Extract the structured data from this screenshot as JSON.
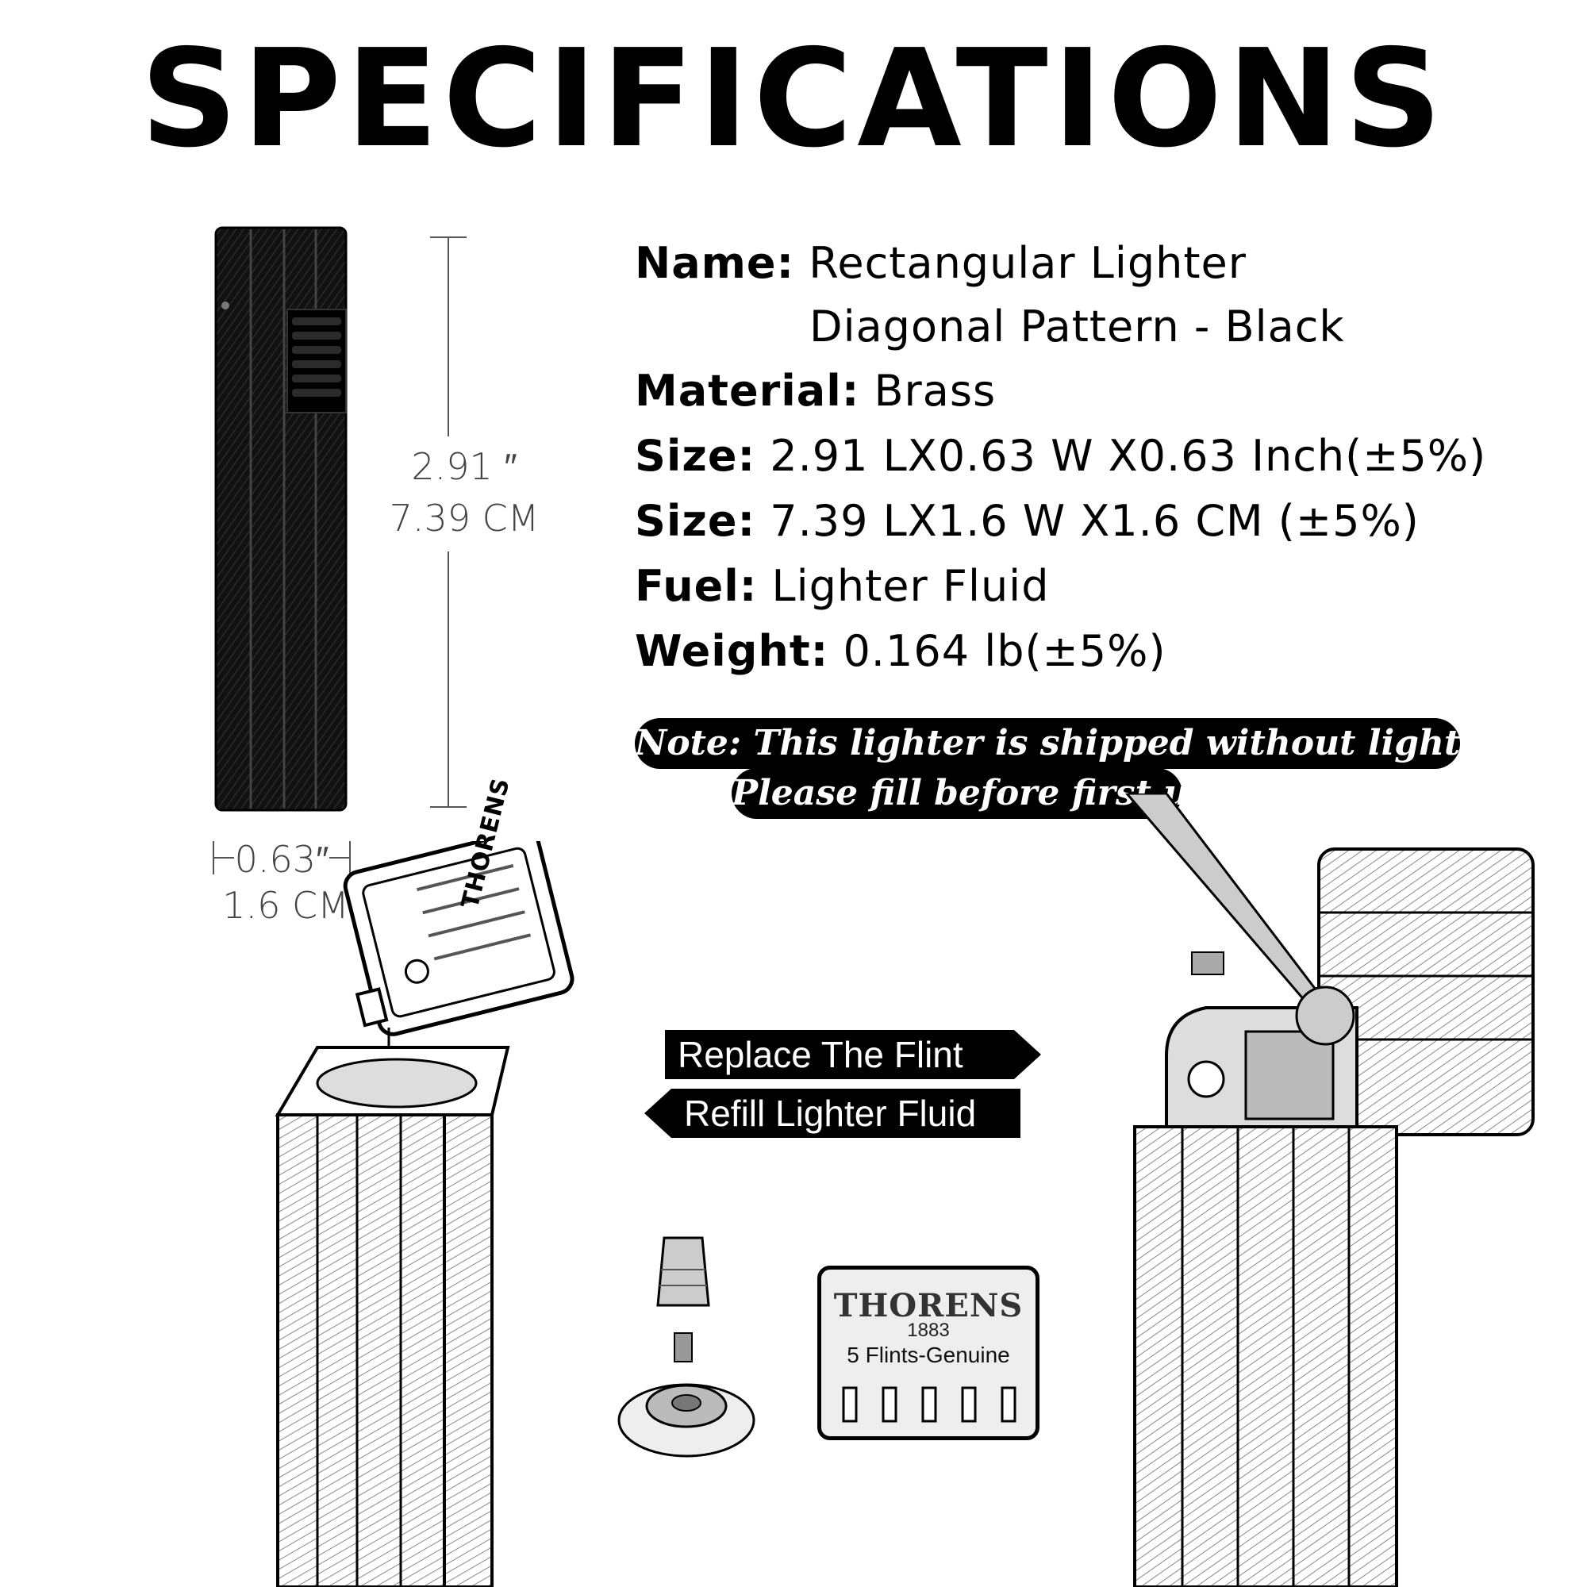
{
  "title": "SPECIFICATIONS",
  "specs": {
    "name_label": "Name:",
    "name_value_line1": "Rectangular Lighter",
    "name_value_line2": "Diagonal Pattern - Black",
    "material_label": "Material:",
    "material_value": "Brass",
    "size_in_label": "Size:",
    "size_in_value": "2.91 LX0.63 W X0.63 Inch(±5%)",
    "size_cm_label": "Size:",
    "size_cm_value": "7.39 LX1.6 W X1.6 CM (±5%)",
    "fuel_label": "Fuel:",
    "fuel_value": "Lighter Fluid",
    "weight_label": "Weight:",
    "weight_value": "0.164 lb(±5%)"
  },
  "dimensions": {
    "height_in": "2.91 ″",
    "height_cm": "7.39 CM",
    "width_in": "0.63″",
    "width_cm": "1.6 CM"
  },
  "note": {
    "line1": "Note: This lighter is shipped without lighter fluid.",
    "line2": "Please fill before first use."
  },
  "steps": {
    "replace": "Replace The Flint",
    "refill": "Refill Lighter Fluid"
  },
  "fluid_can": {
    "brand": "THORENS"
  },
  "flint_pack": {
    "brand": "THORENS",
    "year": "1883",
    "label": "5 Flints-Genuine"
  },
  "colors": {
    "ink": "#000000",
    "paper": "#ffffff"
  }
}
